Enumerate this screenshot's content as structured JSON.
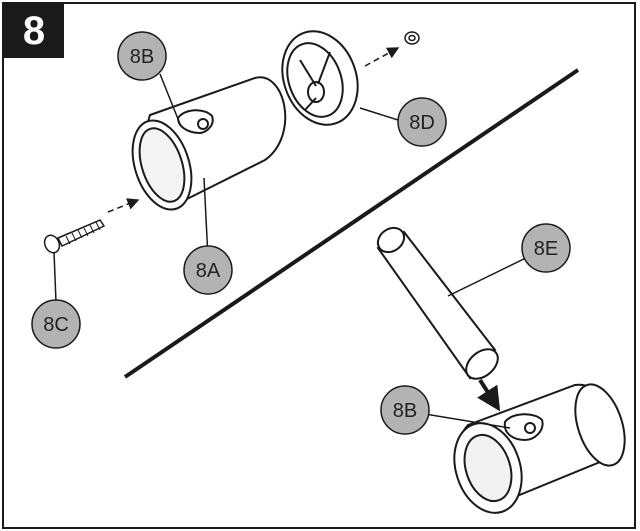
{
  "step_number": "8",
  "callouts": {
    "8A": "8A",
    "8B_top": "8B",
    "8B_bottom": "8B",
    "8C": "8C",
    "8D": "8D",
    "8E": "8E"
  },
  "colors": {
    "callout_fill": "#b3b3b3",
    "line": "#1a1a1a",
    "background": "#ffffff"
  }
}
